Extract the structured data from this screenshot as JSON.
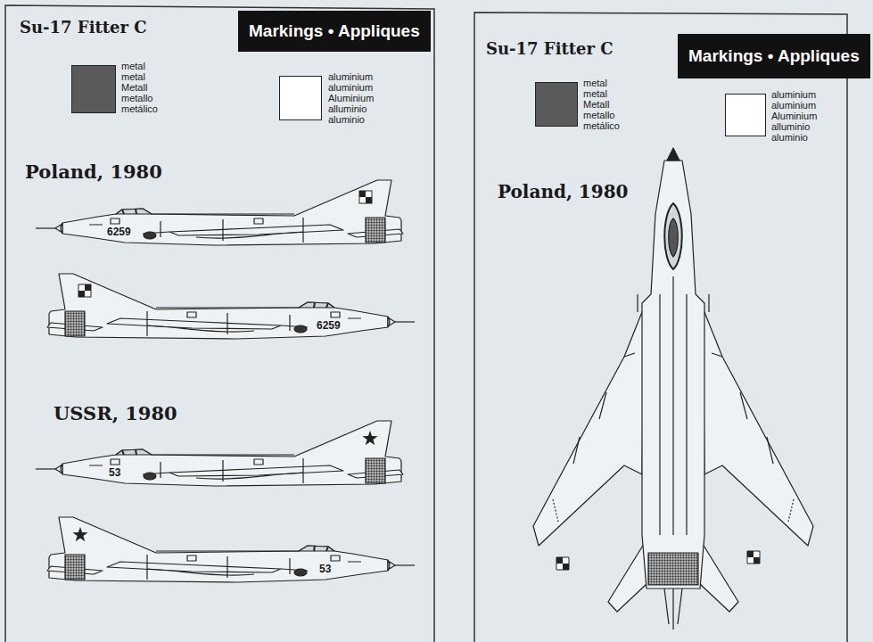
{
  "diagram": {
    "title": "Su-17 Fitter C",
    "nodes": [
      {
        "text": [
          "Markings • Appliques"
        ]
      },
      {
        "text": [
          "Markings • Appliques"
        ]
      }
    ],
    "labels": [
      "Poland, 1980",
      "6259",
      "6259",
      "USSR, 1980",
      "53",
      "53",
      "Su-17 Fitter C",
      "Poland, 1980"
    ],
    "legend": [
      {
        "text": "metal metal Metall metallo metálico",
        "color": "#5a5a5a"
      },
      {
        "text": "aluminium aluminium Aluminium alluminio aluminio",
        "color": "#ffffff"
      },
      {
        "text": "metal metal Metall metallo metálico",
        "color": "#5a5a5a"
      },
      {
        "text": "aluminium aluminium Aluminium alluminio aluminio",
        "color": "#ffffff"
      }
    ]
  }
}
